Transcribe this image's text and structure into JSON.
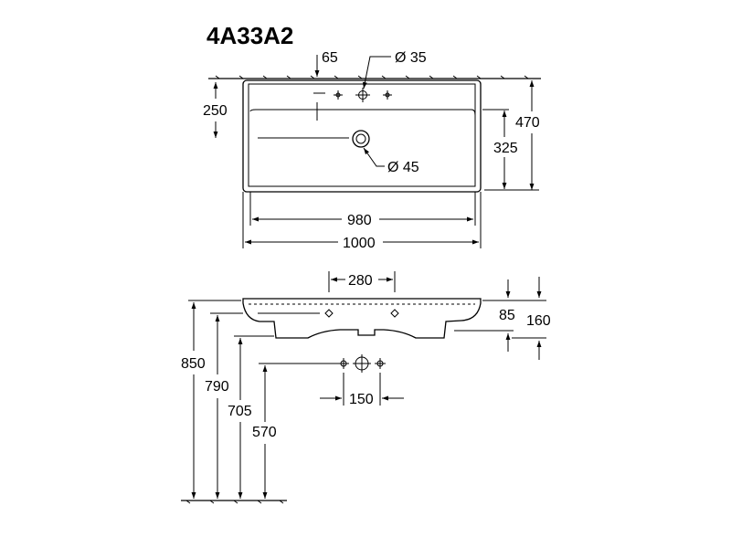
{
  "title": "4A33A2",
  "top_view": {
    "d_65": "65",
    "d_dia35": "Ø 35",
    "d_250": "250",
    "d_470": "470",
    "d_325": "325",
    "d_dia45": "Ø 45",
    "d_980": "980",
    "d_1000": "1000"
  },
  "side_view": {
    "d_280": "280",
    "d_85": "85",
    "d_160": "160",
    "d_850": "850",
    "d_790": "790",
    "d_705": "705",
    "d_570": "570",
    "d_150": "150"
  }
}
